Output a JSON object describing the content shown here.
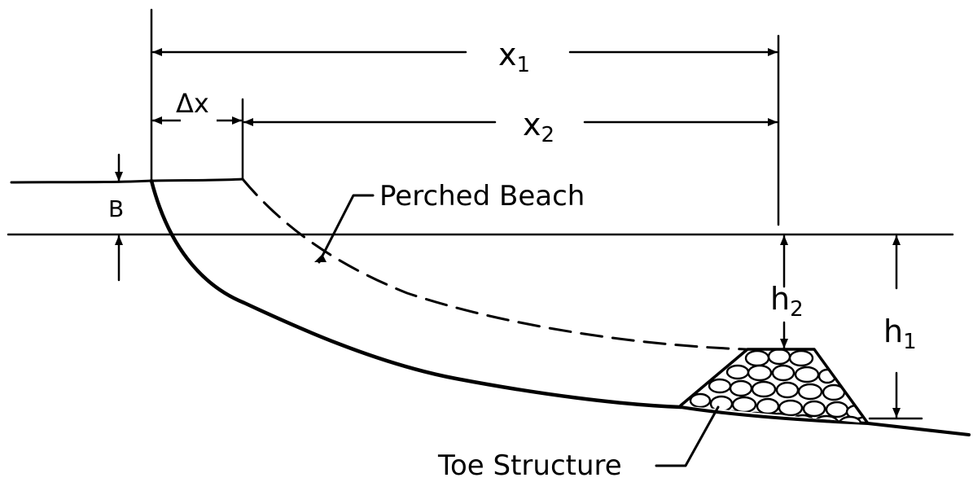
{
  "labels": {
    "x1_main": "x",
    "x1_sub": "1",
    "x2_main": "x",
    "x2_sub": "2",
    "dx": "Δx",
    "b": "B",
    "h2_main": "h",
    "h2_sub": "2",
    "h1_main": "h",
    "h1_sub": "1",
    "perched_beach": "Perched Beach",
    "toe_structure": "Toe Structure"
  }
}
